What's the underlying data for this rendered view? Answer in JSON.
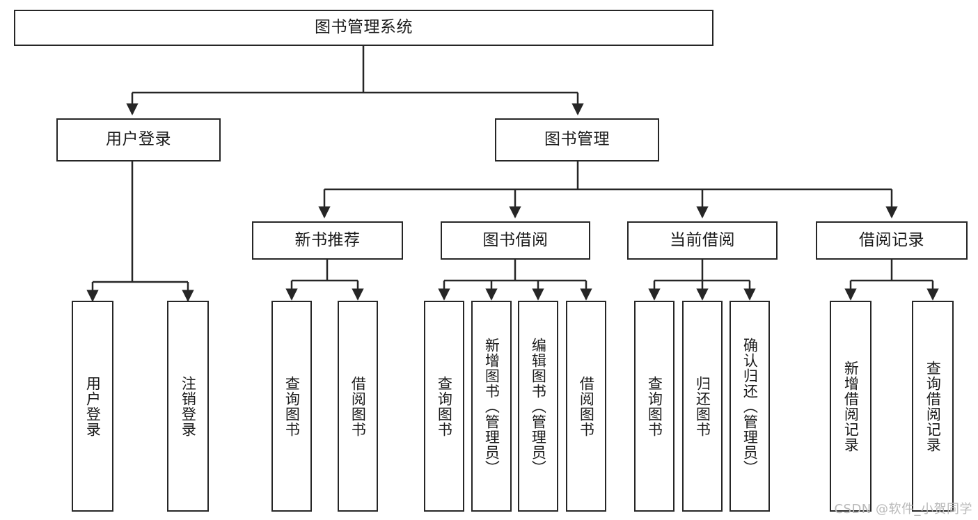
{
  "diagram": {
    "title": "图书管理系统",
    "type": "tree-hierarchy",
    "watermark": "CSDN @软件_小贺同学",
    "colors": {
      "box_border": "#262626",
      "box_fill": "#ffffff",
      "edge": "#262626",
      "text": "#1a1a1a",
      "watermark": "#b9b9b9"
    },
    "nodes": {
      "root": {
        "label": "图书管理系统"
      },
      "level2": [
        {
          "id": "user-login",
          "label": "用户登录"
        },
        {
          "id": "book-manage",
          "label": "图书管理"
        }
      ],
      "level3": [
        {
          "id": "new-book-recommend",
          "label": "新书推荐"
        },
        {
          "id": "book-borrow",
          "label": "图书借阅"
        },
        {
          "id": "current-borrow",
          "label": "当前借阅"
        },
        {
          "id": "borrow-record",
          "label": "借阅记录"
        }
      ],
      "leaves": {
        "user-login": [
          {
            "id": "leaf-user-login",
            "label": "用户登录"
          },
          {
            "id": "leaf-logout-login",
            "label": "注销登录"
          }
        ],
        "new-book-recommend": [
          {
            "id": "leaf-query-book-1",
            "label": "查询图书"
          },
          {
            "id": "leaf-borrow-book-1",
            "label": "借阅图书"
          }
        ],
        "book-borrow": [
          {
            "id": "leaf-query-book-2",
            "label": "查询图书"
          },
          {
            "id": "leaf-add-book",
            "label": "新增图书（管理员）"
          },
          {
            "id": "leaf-edit-book",
            "label": "编辑图书（管理员）"
          },
          {
            "id": "leaf-borrow-book-2",
            "label": "借阅图书"
          }
        ],
        "current-borrow": [
          {
            "id": "leaf-query-book-3",
            "label": "查询图书"
          },
          {
            "id": "leaf-return-book",
            "label": "归还图书"
          },
          {
            "id": "leaf-confirm-return",
            "label": "确认归还（管理员）"
          }
        ],
        "borrow-record": [
          {
            "id": "leaf-add-record",
            "label": "新增借阅记录"
          },
          {
            "id": "leaf-query-record",
            "label": "查询借阅记录"
          }
        ]
      }
    }
  }
}
